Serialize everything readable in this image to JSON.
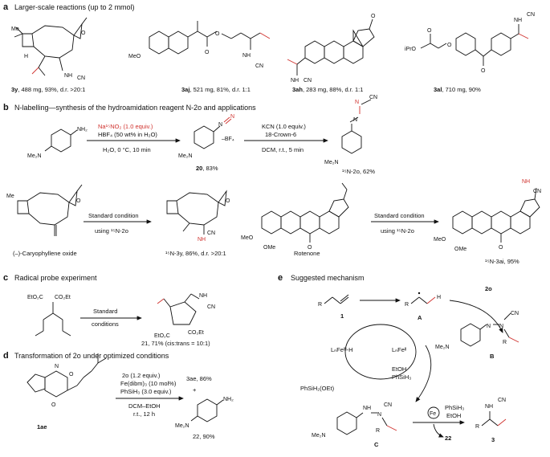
{
  "panels": [
    {
      "letter": "a",
      "title": "Larger-scale reactions (up to 2 mmol)"
    },
    {
      "letter": "b",
      "title": "N-labelling—synthesis of the hydroamidation reagent N-2o and applications"
    },
    {
      "letter": "c",
      "title": "Radical probe experiment"
    },
    {
      "letter": "d",
      "title": "Transformation of 2o under optimized conditions"
    },
    {
      "letter": "e",
      "title": "Suggested mechanism"
    }
  ],
  "panel_a": {
    "products": [
      {
        "id": "3y",
        "yield": ", 488 mg, 93%, d.r. >20:1"
      },
      {
        "id": "3aj",
        "yield": ", 521 mg, 81%, d.r. 1:1"
      },
      {
        "id": "3ah",
        "yield": ", 283 mg, 88%, d.r. 1:1"
      },
      {
        "id": "3al",
        "yield": ", 710 mg, 90%"
      }
    ]
  },
  "panel_b": {
    "step1": {
      "reagent1": "Na¹⁵NO₂ (1.0 equiv.)",
      "reagent2": "HBF₄ (50 wt% in H₂O)",
      "conditions": "H₂O, 0 °C, 10 min"
    },
    "intermediate": {
      "id": "20",
      "yield": ", 83%",
      "counterion": "–BF₄"
    },
    "step2": {
      "reagent1": "KCN (1.0 equiv.)",
      "reagent2": "18-Crown-6",
      "conditions": "DCM, r.t., 5 min"
    },
    "reagent_product": {
      "label": "¹⁵N-2o, 62%"
    },
    "app1": {
      "substrate": "(–)-Caryophyllene oxide",
      "arrow_top": "Standard condition",
      "arrow_bottom": "using ¹⁵N-2o",
      "product": "¹⁵N-3y, 86%, d.r. >20:1"
    },
    "app2": {
      "substrate": "Rotenone",
      "arrow_top": "Standard condition",
      "arrow_bottom": "using ¹⁵N-2o",
      "product": "¹⁵N-3ai, 95%"
    }
  },
  "panel_c": {
    "arrow_top": "Standard",
    "arrow_bottom": "conditions",
    "product": "21, 71% (cis:trans = 10:1)",
    "labels": {
      "ester1": "EtO₂C",
      "ester2": "CO₂Et",
      "ester3": "EtO₂C",
      "ester4": "CO₂Et"
    }
  },
  "panel_d": {
    "substrate": "1ae",
    "conditions": [
      "2o (1.2 equiv.)",
      "Fe(dibm)₃ (10 mol%)",
      "PhSiH₃ (3.0 equiv.)",
      "DCM–EtOH",
      "r.t., 12 h"
    ],
    "product1": "3ae, 86%",
    "plus": "+",
    "product2": "22, 90%"
  },
  "panel_e": {
    "alkene": "1",
    "radical": "A",
    "reagent": "2o",
    "adduct": "B",
    "amine": "C",
    "product": "3",
    "byproduct": "22",
    "fe_hydride": "LₙFeᴵᴵᴵ-H",
    "fe_two": "LₙFeᴵᴵ",
    "etoh": "EtOH",
    "phsih3": "PhSiH₃",
    "silane_out": "PhSiH₂(OEt)",
    "regen_top": "PhSiH₃",
    "regen_bottom": "EtOH",
    "fe_circle": "Fe"
  },
  "common_labels": {
    "me2n": "Me₂N",
    "nh": "NH",
    "cn": "CN",
    "n": "N",
    "nh2": "NH₂",
    "meo": "MeO",
    "ome": "OMe",
    "ipro": "iPrO",
    "h": "H",
    "me": "Me",
    "r": "R"
  }
}
